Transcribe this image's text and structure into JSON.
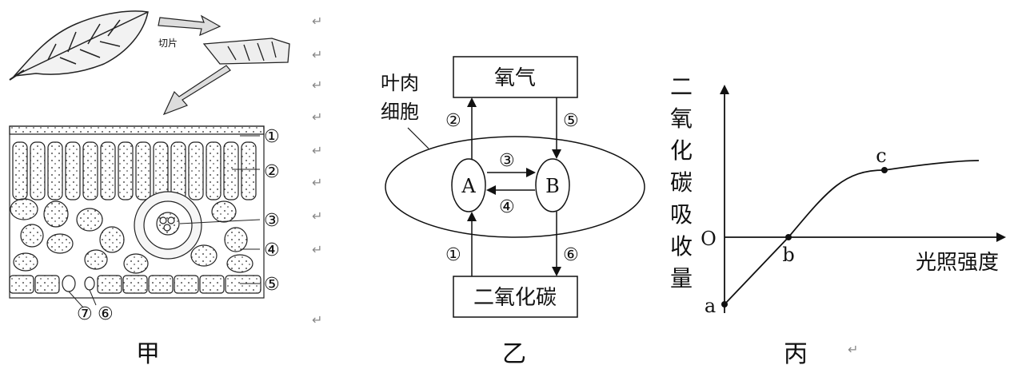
{
  "captions": {
    "jia": "甲",
    "yi": "乙",
    "bing": "丙"
  },
  "return_mark": "↵",
  "panel_jia": {
    "slice_text": "切片",
    "markers": [
      "①",
      "②",
      "③",
      "④",
      "⑤",
      "⑦",
      "⑥"
    ]
  },
  "panel_yi": {
    "oxygen": "氧气",
    "co2": "二氧化碳",
    "cell_label_line1": "叶肉",
    "cell_label_line2": "细胞",
    "node_a": "A",
    "node_b": "B",
    "arrow_labels": {
      "n1": "①",
      "n2": "②",
      "n3": "③",
      "n4": "④",
      "n5": "⑤",
      "n6": "⑥"
    }
  },
  "panel_bing": {
    "ylabel_chars": [
      "二",
      "氧",
      "化",
      "碳",
      "吸",
      "收",
      "量"
    ],
    "xlabel": "光照强度",
    "origin": "O",
    "point_a": "a",
    "point_b": "b",
    "point_c": "c"
  },
  "chart_data": {
    "type": "line",
    "title": "",
    "xlabel": "光照强度",
    "ylabel": "二氧化碳吸收量",
    "series": [
      {
        "points": [
          {
            "label": "a",
            "x": 0,
            "y": -1
          },
          {
            "label": "b",
            "x": 1,
            "y": 0
          },
          {
            "label": "c",
            "x": 2.5,
            "y": 1
          }
        ]
      }
    ],
    "curve_shape": "rises linearly from a, crosses x-axis at b, levels off after c",
    "grid": false,
    "legend": "none"
  }
}
